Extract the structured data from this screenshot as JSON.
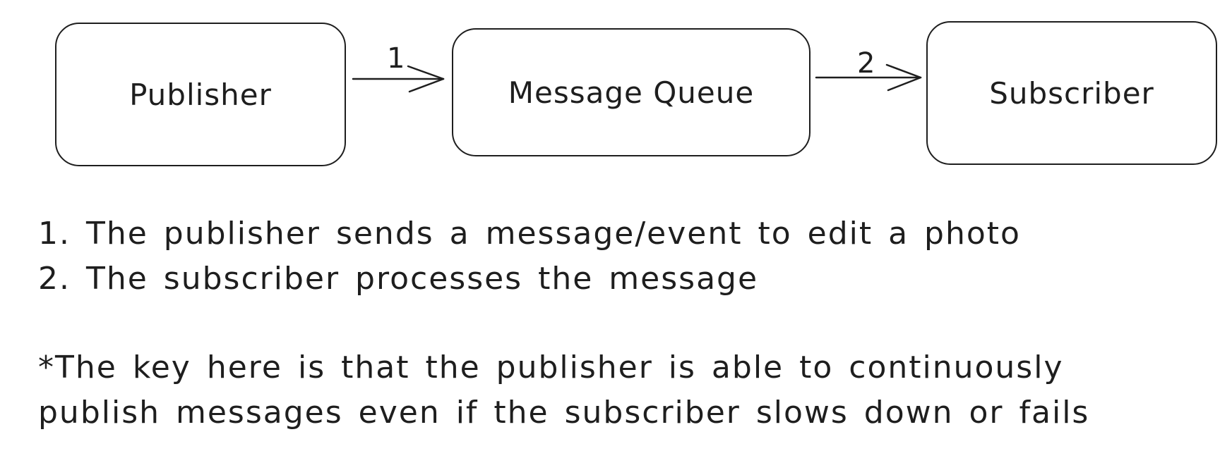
{
  "diagram": {
    "nodes": {
      "publisher": "Publisher",
      "queue": "Message Queue",
      "subscriber": "Subscriber"
    },
    "edges": [
      {
        "from": "Publisher",
        "to": "Message Queue",
        "label": "1"
      },
      {
        "from": "Message Queue",
        "to": "Subscriber",
        "label": "2"
      }
    ]
  },
  "notes": {
    "steps": [
      "1. The publisher sends a message/event to edit a photo",
      "2. The subscriber processes the message"
    ],
    "key_point": [
      "*The key here is that the publisher is able to continuously",
      "publish messages even if the subscriber slows down or fails"
    ]
  }
}
